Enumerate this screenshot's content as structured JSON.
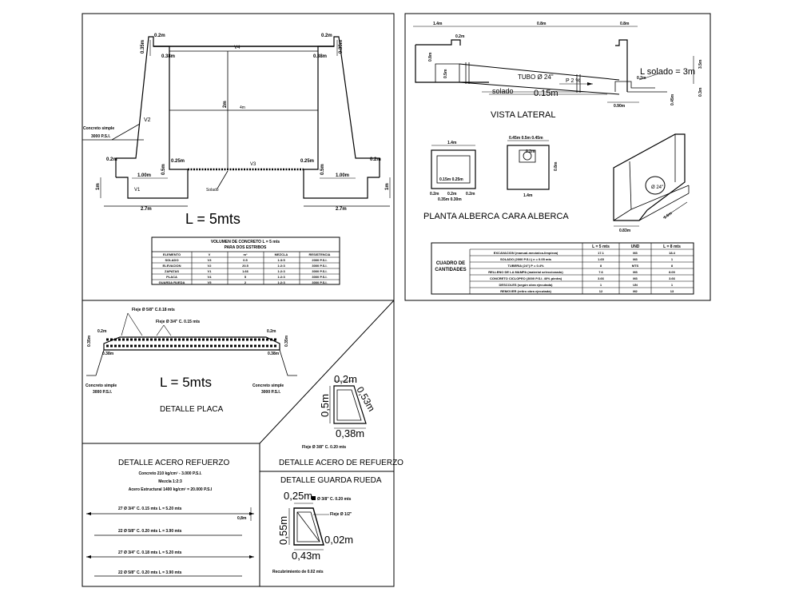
{
  "panel1": {
    "dims": {
      "top_left": "0.2m",
      "top_right": "0.2m",
      "left_side": "0.35m",
      "right_side": "0.35m",
      "inner_left": "0.38m",
      "inner_right": "0.38m",
      "center": "2m",
      "mid": "4m",
      "foot_left": "0.25m",
      "foot_right": "0.25m",
      "base_left": "1.00m",
      "base_right": "1.00m",
      "edge_left": "0.2m",
      "edge_right": "0.2m",
      "sub_left": "1m",
      "sub_right": "1m",
      "bottom_left": "2.7m",
      "bottom_right": "2.7m",
      "small_left": "0.5m",
      "small_right": "0.5m"
    },
    "volumes": {
      "v1": "V1",
      "v2": "V2",
      "v3": "V3",
      "v4": "V4",
      "v5": "V5"
    },
    "concrete_label_1": "Concreto simple",
    "concrete_label_2": "3000 P.S.I.",
    "solado": "Solado",
    "length": "L = 5mts",
    "table_title_1": "VOLUMEN DE CONCRETO L = 5 mts",
    "table_title_2": "PARA DOS ESTRIBOS",
    "table_headers": [
      "ELEMENTO",
      "V",
      "m³",
      "MEZCLA",
      "RESISTENCIA"
    ],
    "table_rows": [
      [
        "SOLADO",
        "V3",
        "0.5",
        "1:3:5",
        "2000 P.S.I."
      ],
      [
        "ELEVACION",
        "V2",
        "20.5",
        "1:2:3",
        "3000 P.S.I."
      ],
      [
        "ZAPATAS",
        "V1",
        "1.66",
        "1:2:3",
        "3000 P.S.I."
      ],
      [
        "PLACA",
        "V4",
        "5",
        "1:2:3",
        "3000 P.S.I."
      ],
      [
        "GUARDA RUEDA",
        "V5",
        "2",
        "1:2:3",
        "3000 P.S.I."
      ]
    ]
  },
  "panel2": {
    "dims": {
      "d1": "1.4m",
      "d2": "0.8m",
      "d3": "0.8m",
      "top_left": "0.2m",
      "tube": "TUBO Ø 24\"",
      "slope": "P 2 %",
      "solado": "solado",
      "level": "0.15m",
      "l_solado": "L solado = 3m",
      "right_h": "3.5m",
      "right_h2": "0.3m",
      "base": "0.90m",
      "base2": "0.45m",
      "base3": "0.2m",
      "mid_dim": "0.5m",
      "left_h": "0.8m"
    },
    "title_lateral": "VISTA LATERAL",
    "planta_dims": {
      "w": "1.4m",
      "inner": "0.15m 0.25m",
      "b1": "0.2m",
      "b2": "0.2m",
      "b3": "0.2m",
      "b4": "0.35m 0.30m"
    },
    "cara_dims": {
      "top": "0.45m 0.5m 0.45m",
      "circle": "0.2m",
      "w": "1.4m",
      "h": "0.8m"
    },
    "title_planta": "PLANTA ALBERCA",
    "title_cara": "CARA ALBERCA",
    "iso_dims": {
      "pipe": "Ø 24\"",
      "l": "1.6m",
      "b": "0.83m"
    },
    "qty_headers": [
      "",
      "",
      "L = 5 mts",
      "UND",
      "L = 8 mts"
    ],
    "qty_label": "CUADRO DE CANTIDADES",
    "qty_rows": [
      [
        "EXCAVACION (manual-mecánica-limpieza)",
        "17.1",
        "M3",
        "18.4"
      ],
      [
        "SOLADO (2000 P.S.I.) e = 0.05 mts",
        "1.65",
        "M3",
        "1"
      ],
      [
        "TUBERIA (24\") P = 0.4%",
        "8",
        "MTS",
        "8"
      ],
      [
        "RELLENO DE LA MAMPA (material seleccionado)",
        "7.6",
        "M3",
        "8.00"
      ],
      [
        "CONCRETO CICLOPEO (3000 P.S.I. 40% piedra)",
        "3.66",
        "M3",
        "3.66"
      ],
      [
        "DESCOLES (según obra ejecutada)",
        "1",
        "UN",
        "1"
      ],
      [
        "REMOVER (retiro obra ejecutada)",
        "12",
        "M2",
        "13"
      ]
    ]
  },
  "panel3": {
    "fleje_1": "Fleje Ø 5/8\" C.0.18 mts",
    "fleje_2": "Fleje Ø 3/4\" C. 0.15 mts",
    "dims": {
      "tl": "0.2m",
      "tr": "0.2m",
      "lh": "0.35m",
      "rh": "0.35m",
      "bl": "0.38m",
      "br": "0.38m"
    },
    "concrete_left_1": "Concreto simple",
    "concrete_left_2": "3000 P.S.I.",
    "concrete_right_1": "Concreto simple",
    "concrete_right_2": "3000 P.S.I.",
    "length": "L = 5mts",
    "title": "DETALLE PLACA"
  },
  "panel4": {
    "top": "0,2m",
    "left": "0,5m",
    "diag": "0,53m",
    "bottom": "0,38m",
    "fleje": "Fleje Ø 3/8\" C. 0.20 mts",
    "title": "DETALLE ACERO DE REFUERZO"
  },
  "panel5": {
    "title": "DETALLE ACERO REFUERZO",
    "line1": "Concreto 210 kg/cm² - 3.000 P.S.I.",
    "line2": "Mezcla 1:2:3",
    "line3": "Acero Estructural 1400 kg/cm² = 20.000 P.S.I",
    "bars": [
      "27 Ø 3/4\" C. 0.15 mts L = 5.20 mts",
      "22 Ø 5/8\" C. 0.20 mts L = 3.90 mts",
      "27 Ø 3/4\" C. 0.18 mts L = 5.20 mts",
      "22 Ø 5/8\" C. 0.20 mts L = 3.90 mts"
    ],
    "side": "0,8m"
  },
  "panel6": {
    "title": "DETALLE GUARDA RUEDA",
    "top": "0,25m",
    "fleje_a": "Ø 3/8\" C. 0.20 mts",
    "fleje_b": "Fleje Ø 1/2\"",
    "left": "0,55m",
    "right": "0,02m",
    "bottom": "0,43m",
    "note": "Recubrimiento de 0.02 mts"
  }
}
